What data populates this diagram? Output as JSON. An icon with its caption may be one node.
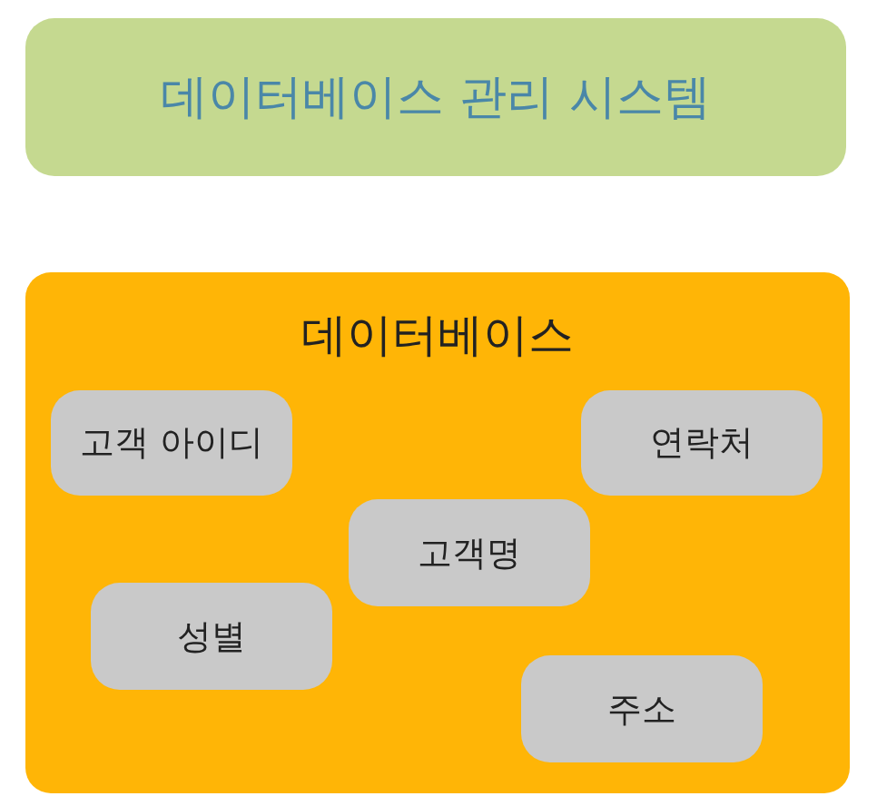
{
  "diagram": {
    "nodes": [
      {
        "text": [
          "데이터베이스 관리 시스템"
        ]
      },
      {
        "text": [
          "데이터베이스"
        ]
      },
      {
        "text": [
          "고객 아이디"
        ],
        "in": 1
      },
      {
        "text": [
          "연락처"
        ],
        "in": 1
      },
      {
        "text": [
          "고객명"
        ],
        "in": 1
      },
      {
        "text": [
          "성별"
        ],
        "in": 1
      },
      {
        "text": [
          "주소"
        ],
        "in": 1
      }
    ]
  }
}
